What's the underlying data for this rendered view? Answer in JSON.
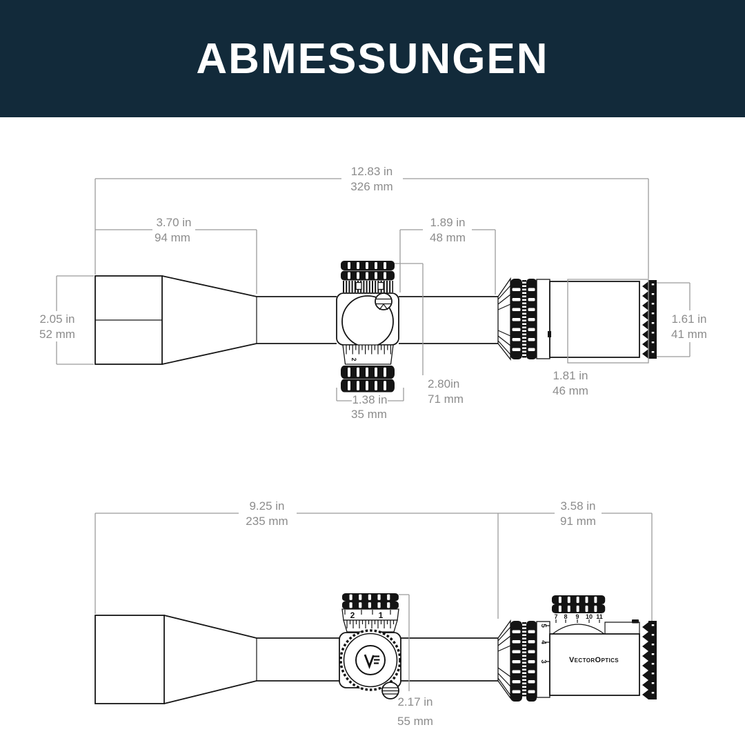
{
  "header": {
    "title": "ABMESSUNGEN"
  },
  "colors": {
    "header_bg": "#122a3a",
    "title_text": "#ffffff",
    "drawing_ink": "#141414",
    "dimension_line": "#9b9b9b",
    "dimension_text": "#8c8c8c",
    "background": "#ffffff"
  },
  "side_view": {
    "dims": {
      "overall_length": {
        "inches": "12.83 in",
        "mm": "326 mm"
      },
      "objective_section_length": {
        "inches": "3.70 in",
        "mm": "94 mm"
      },
      "turret_to_eyepiece": {
        "inches": "1.89 in",
        "mm": "48 mm"
      },
      "objective_diameter": {
        "inches": "2.05 in",
        "mm": "52 mm"
      },
      "eyepiece_diameter": {
        "inches": "1.61 in",
        "mm": "41 mm"
      },
      "eyepiece_length": {
        "inches": "1.81 in",
        "mm": "46 mm"
      },
      "turret_height": {
        "inches": "2.80in",
        "mm": "71 mm"
      },
      "turret_width": {
        "inches": "1.38 in",
        "mm": "35 mm"
      }
    },
    "windage_scale_number": "2"
  },
  "top_view": {
    "dims": {
      "front_section_length": {
        "inches": "9.25 in",
        "mm": "235 mm"
      },
      "eyepiece_assembly_length": {
        "inches": "3.58 in",
        "mm": "91 mm"
      },
      "saddle_length": {
        "inches": "2.17 in",
        "mm": "55 mm"
      }
    },
    "windage_scale_numbers": [
      "2",
      "1"
    ],
    "magnification_numbers": [
      "5",
      "4",
      "3"
    ],
    "parallax_numbers": [
      "7",
      "8",
      "9",
      "10",
      "11"
    ],
    "brand": "VectorOptics"
  }
}
